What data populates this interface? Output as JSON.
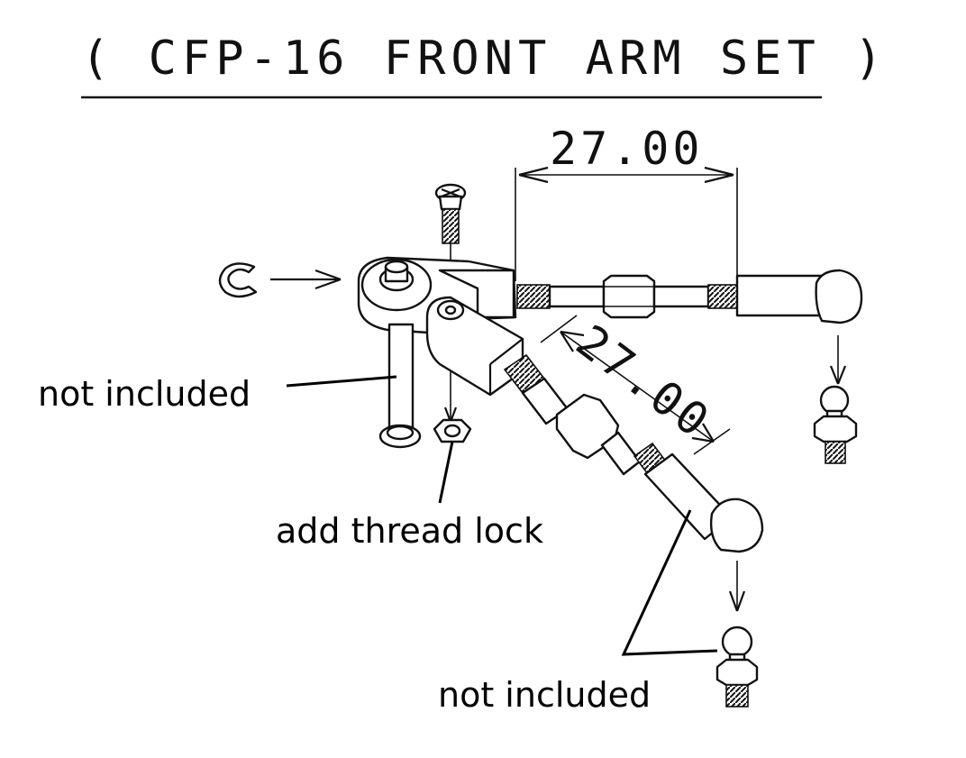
{
  "title": "( CFP-16 FRONT ARM SET )",
  "dimensions": {
    "horizontal": "27.00",
    "diagonal": "27.00"
  },
  "labels": {
    "not_included_left": "not included",
    "thread_lock": "add thread lock",
    "not_included_bottom": "not included"
  },
  "colors": {
    "ink": "#111111",
    "background": "#ffffff"
  }
}
